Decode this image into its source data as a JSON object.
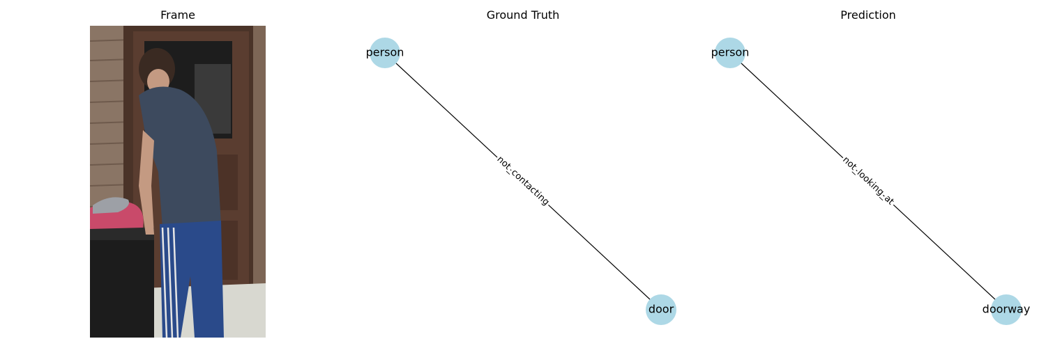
{
  "panels": {
    "frame": {
      "title": "Frame"
    },
    "ground_truth": {
      "title": "Ground Truth",
      "nodes": [
        {
          "id": "person",
          "label": "person"
        },
        {
          "id": "door",
          "label": "door"
        }
      ],
      "edges": [
        {
          "source": "person",
          "target": "door",
          "label": "not_contacting"
        }
      ]
    },
    "prediction": {
      "title": "Prediction",
      "nodes": [
        {
          "id": "person",
          "label": "person"
        },
        {
          "id": "doorway",
          "label": "doorway"
        }
      ],
      "edges": [
        {
          "source": "person",
          "target": "doorway",
          "label": "not_looking_at"
        }
      ]
    }
  },
  "colors": {
    "node_fill": "#add8e6",
    "edge_stroke": "#000000"
  }
}
